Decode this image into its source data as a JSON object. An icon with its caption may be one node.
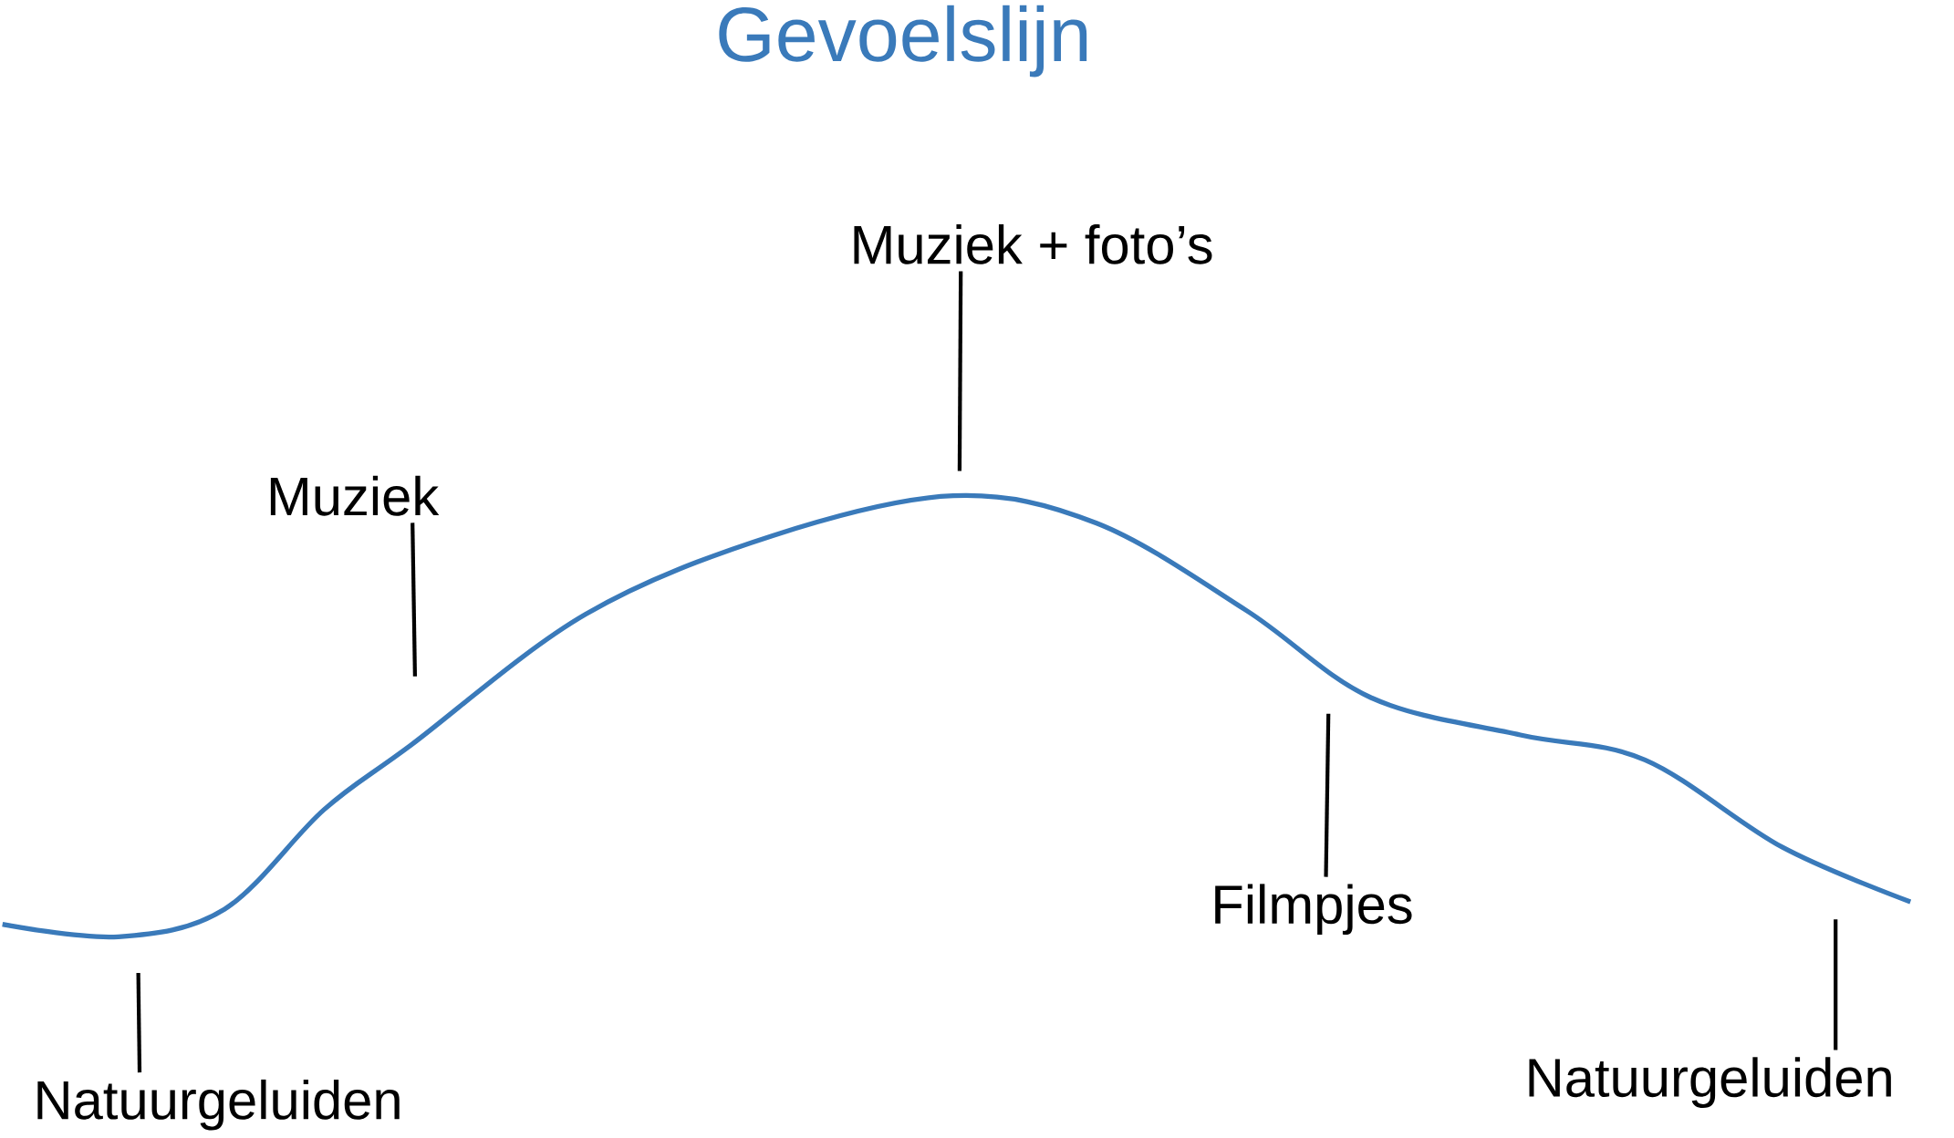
{
  "diagram": {
    "title": "Gevoelslijn",
    "nodes": [
      {
        "text": [
          "Muziek + foto’s"
        ]
      },
      {
        "text": [
          "Muziek"
        ]
      },
      {
        "text": [
          "Filmpjes"
        ]
      },
      {
        "text": [
          "Natuurgeluiden"
        ]
      },
      {
        "text": [
          "Natuurgeluiden"
        ]
      }
    ],
    "edges": [
      {
        "from": 0,
        "to": null,
        "arrow": "none"
      },
      {
        "from": 1,
        "to": null,
        "arrow": "none"
      },
      {
        "from": 2,
        "to": null,
        "arrow": "none"
      },
      {
        "from": 3,
        "to": null,
        "arrow": "none"
      },
      {
        "from": 4,
        "to": null,
        "arrow": "none"
      }
    ]
  }
}
